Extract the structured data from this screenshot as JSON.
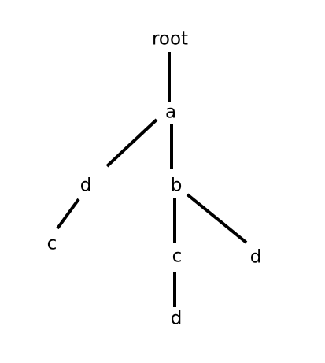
{
  "diagram": {
    "nodes": {
      "root": "root",
      "a": "a",
      "d_left": "d",
      "b": "b",
      "c_left": "c",
      "c_mid": "c",
      "d_right": "d",
      "d_bottom": "d"
    },
    "edges": [
      {
        "from": "root",
        "to": "a"
      },
      {
        "from": "a",
        "to": "d_left"
      },
      {
        "from": "a",
        "to": "b"
      },
      {
        "from": "d_left",
        "to": "c_left"
      },
      {
        "from": "b",
        "to": "c_mid"
      },
      {
        "from": "b",
        "to": "d_right"
      },
      {
        "from": "c_mid",
        "to": "d_bottom"
      }
    ],
    "colors": {
      "line": "#000000",
      "text": "#000000",
      "background": "#ffffff"
    }
  }
}
